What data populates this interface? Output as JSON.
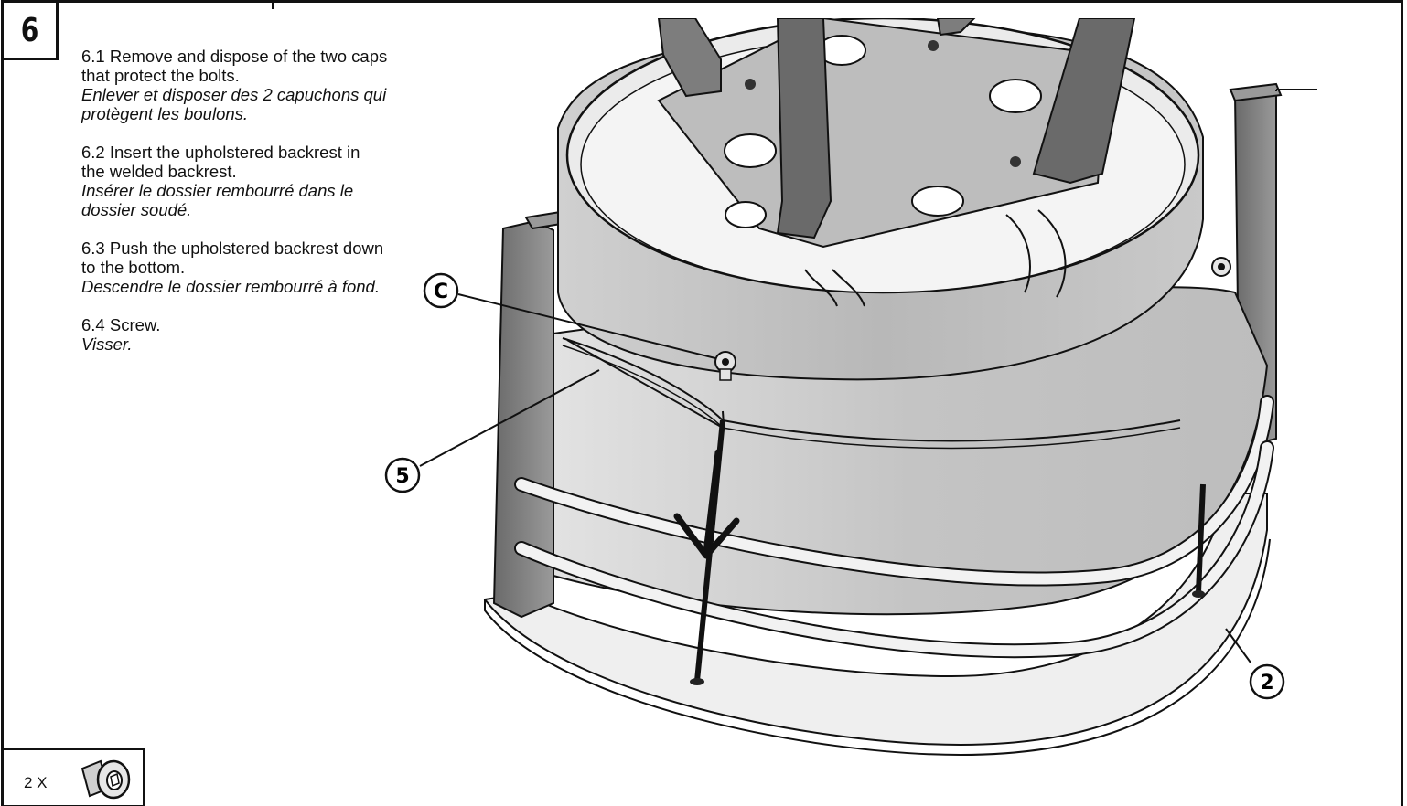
{
  "step": {
    "number": "6"
  },
  "instructions": [
    {
      "en": "6.1 Remove and dispose of the two caps that protect the bolts.",
      "fr": "Enlever et disposer des 2 capuchons qui protègent les boulons."
    },
    {
      "en": "6.2 Insert the upholstered backrest in the welded backrest.",
      "fr": "Insérer le dossier rembourré dans le dossier soudé."
    },
    {
      "en": "6.3 Push the upholstered backrest down to the bottom.",
      "fr": "Descendre le dossier rembourré à fond."
    },
    {
      "en": "6.4 Screw.",
      "fr": "Visser."
    }
  ],
  "callouts": {
    "c": "C",
    "five": "5",
    "two": "2"
  },
  "parts": {
    "quantity": "2 X",
    "icon": "flat-head-screw-icon"
  },
  "colors": {
    "line": "#111111",
    "metal_light": "#d9d9d9",
    "metal_dark": "#555555",
    "frame": "#111111"
  }
}
